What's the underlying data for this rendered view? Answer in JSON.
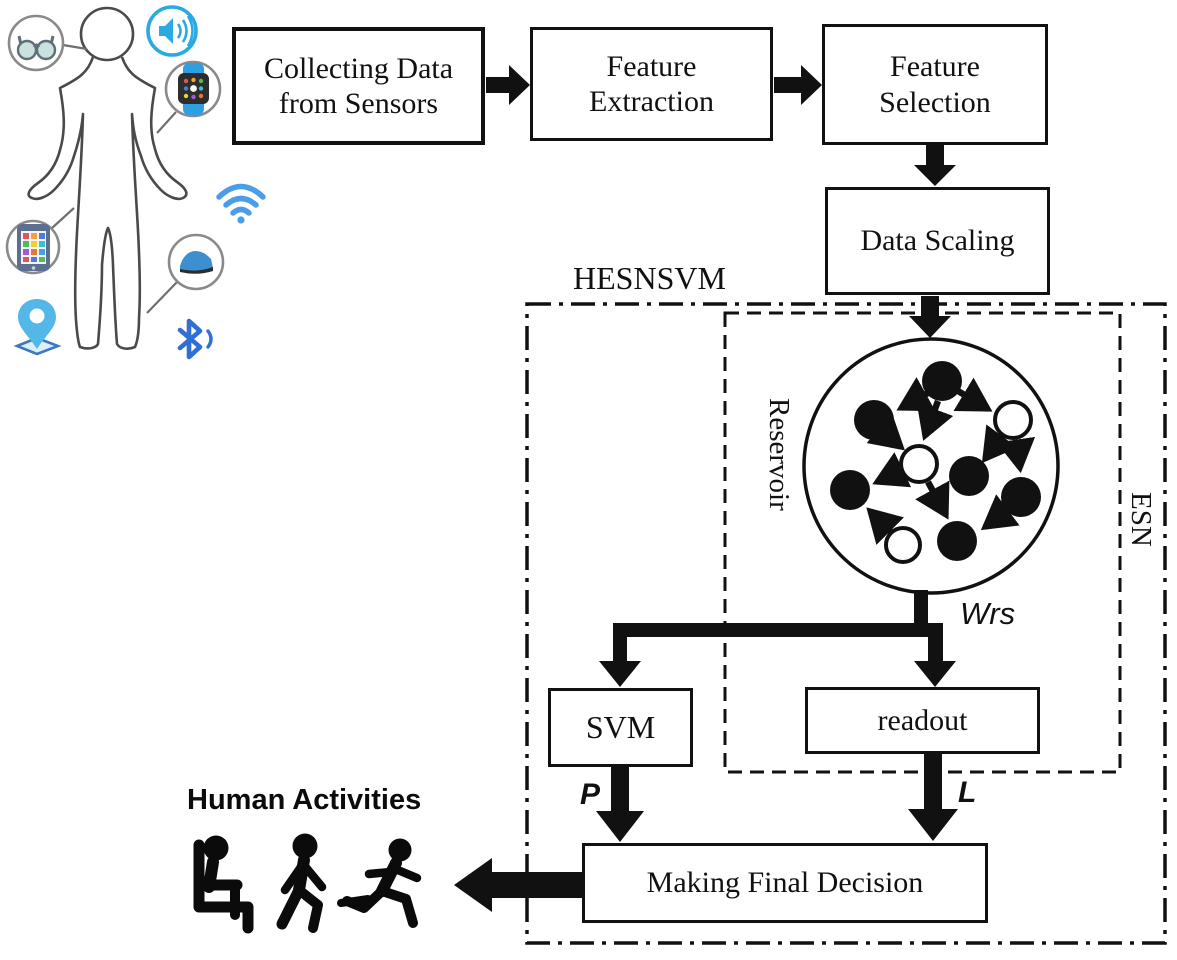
{
  "pipeline": {
    "collecting": {
      "line1": "Collecting Data",
      "line2": "from Sensors"
    },
    "feature_extraction": {
      "line1": "Feature",
      "line2": "Extraction"
    },
    "feature_selection": {
      "line1": "Feature",
      "line2": "Selection"
    },
    "data_scaling": {
      "label": "Data Scaling"
    },
    "svm": {
      "label": "SVM"
    },
    "readout": {
      "label": "readout"
    },
    "decision": {
      "label": "Making Final Decision"
    }
  },
  "groups": {
    "hesnsvm": "HESNSVM",
    "esn": "ESN",
    "reservoir": "Reservoir"
  },
  "signals": {
    "wrs": "Wrs",
    "p": "P",
    "l": "L"
  },
  "output": {
    "title": "Human Activities",
    "activity_icons": [
      "sitting-person-icon",
      "walking-person-icon",
      "running-person-icon"
    ]
  },
  "sensors": {
    "icons": [
      "eyeglasses-icon",
      "speaker-audio-icon",
      "smartwatch-icon",
      "wifi-icon",
      "smartphone-icon",
      "shoe-icon",
      "location-pin-icon",
      "bluetooth-icon"
    ]
  },
  "colors": {
    "ink": "#111111",
    "accent_blue": "#29abe2",
    "wifi_blue": "#4a9de8",
    "bluetooth_blue": "#2f6fd6",
    "pin_blue": "#53b7e8",
    "outline_grey": "#8a8a8a"
  }
}
